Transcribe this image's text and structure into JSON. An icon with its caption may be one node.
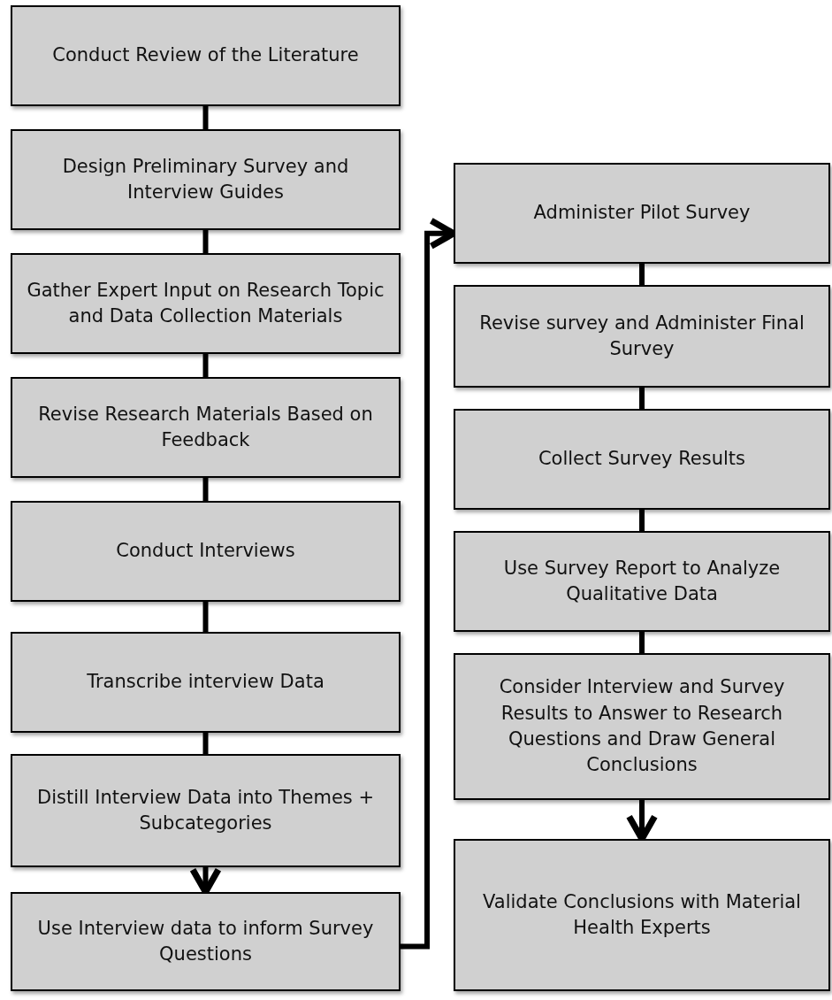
{
  "diagram": {
    "nodes": [
      {
        "text": [
          "Conduct Review of the Literature"
        ]
      },
      {
        "text": [
          "Design Preliminary Survey and Interview Guides"
        ]
      },
      {
        "text": [
          "Gather Expert Input on Research Topic and Data Collection Materials"
        ]
      },
      {
        "text": [
          "Revise Research Materials Based on Feedback"
        ]
      },
      {
        "text": [
          "Conduct Interviews"
        ]
      },
      {
        "text": [
          "Transcribe interview Data"
        ]
      },
      {
        "text": [
          "Distill Interview Data into Themes + Subcategories"
        ]
      },
      {
        "text": [
          "Use Interview data to inform Survey Questions"
        ]
      },
      {
        "text": [
          "Administer Pilot Survey"
        ]
      },
      {
        "text": [
          "Revise survey and Administer Final Survey"
        ]
      },
      {
        "text": [
          "Collect Survey Results"
        ]
      },
      {
        "text": [
          "Use Survey Report to Analyze Qualitative Data"
        ]
      },
      {
        "text": [
          "Consider Interview and Survey Results to Answer to Research Questions and Draw General Conclusions"
        ]
      },
      {
        "text": [
          "Validate Conclusions with Material Health Experts"
        ]
      }
    ],
    "edges": [
      {
        "from": 0,
        "to": 1,
        "arrow": "none"
      },
      {
        "from": 1,
        "to": 2,
        "arrow": "none"
      },
      {
        "from": 2,
        "to": 3,
        "arrow": "none"
      },
      {
        "from": 3,
        "to": 4,
        "arrow": "none"
      },
      {
        "from": 4,
        "to": 5,
        "arrow": "none"
      },
      {
        "from": 5,
        "to": 6,
        "arrow": "none"
      },
      {
        "from": 6,
        "to": 7,
        "arrow": "to"
      },
      {
        "from": 7,
        "to": 8,
        "arrow": "to"
      },
      {
        "from": 8,
        "to": 9,
        "arrow": "none"
      },
      {
        "from": 9,
        "to": 10,
        "arrow": "none"
      },
      {
        "from": 10,
        "to": 11,
        "arrow": "none"
      },
      {
        "from": 11,
        "to": 12,
        "arrow": "none"
      },
      {
        "from": 12,
        "to": 13,
        "arrow": "to"
      }
    ]
  }
}
